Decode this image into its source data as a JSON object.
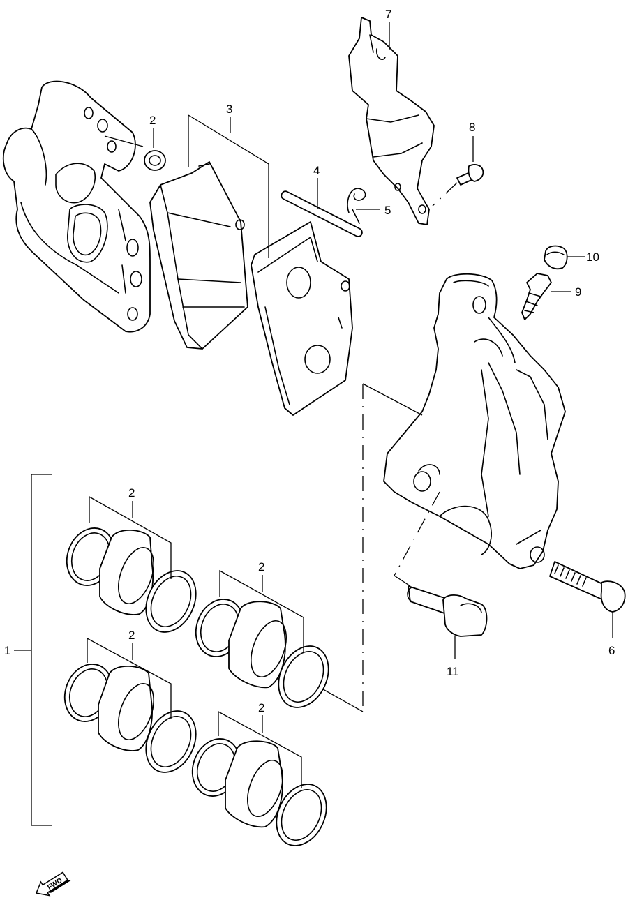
{
  "callouts": {
    "c1": "1",
    "c2a": "2",
    "c2b": "2",
    "c2c": "2",
    "c2d": "2",
    "c2e": "2",
    "c3": "3",
    "c4": "4",
    "c5": "5",
    "c6": "6",
    "c7": "7",
    "c8": "8",
    "c9": "9",
    "c10": "10",
    "c11": "11"
  },
  "direction_arrow": {
    "label": "FWD",
    "icon": "forward-arrow-icon"
  }
}
